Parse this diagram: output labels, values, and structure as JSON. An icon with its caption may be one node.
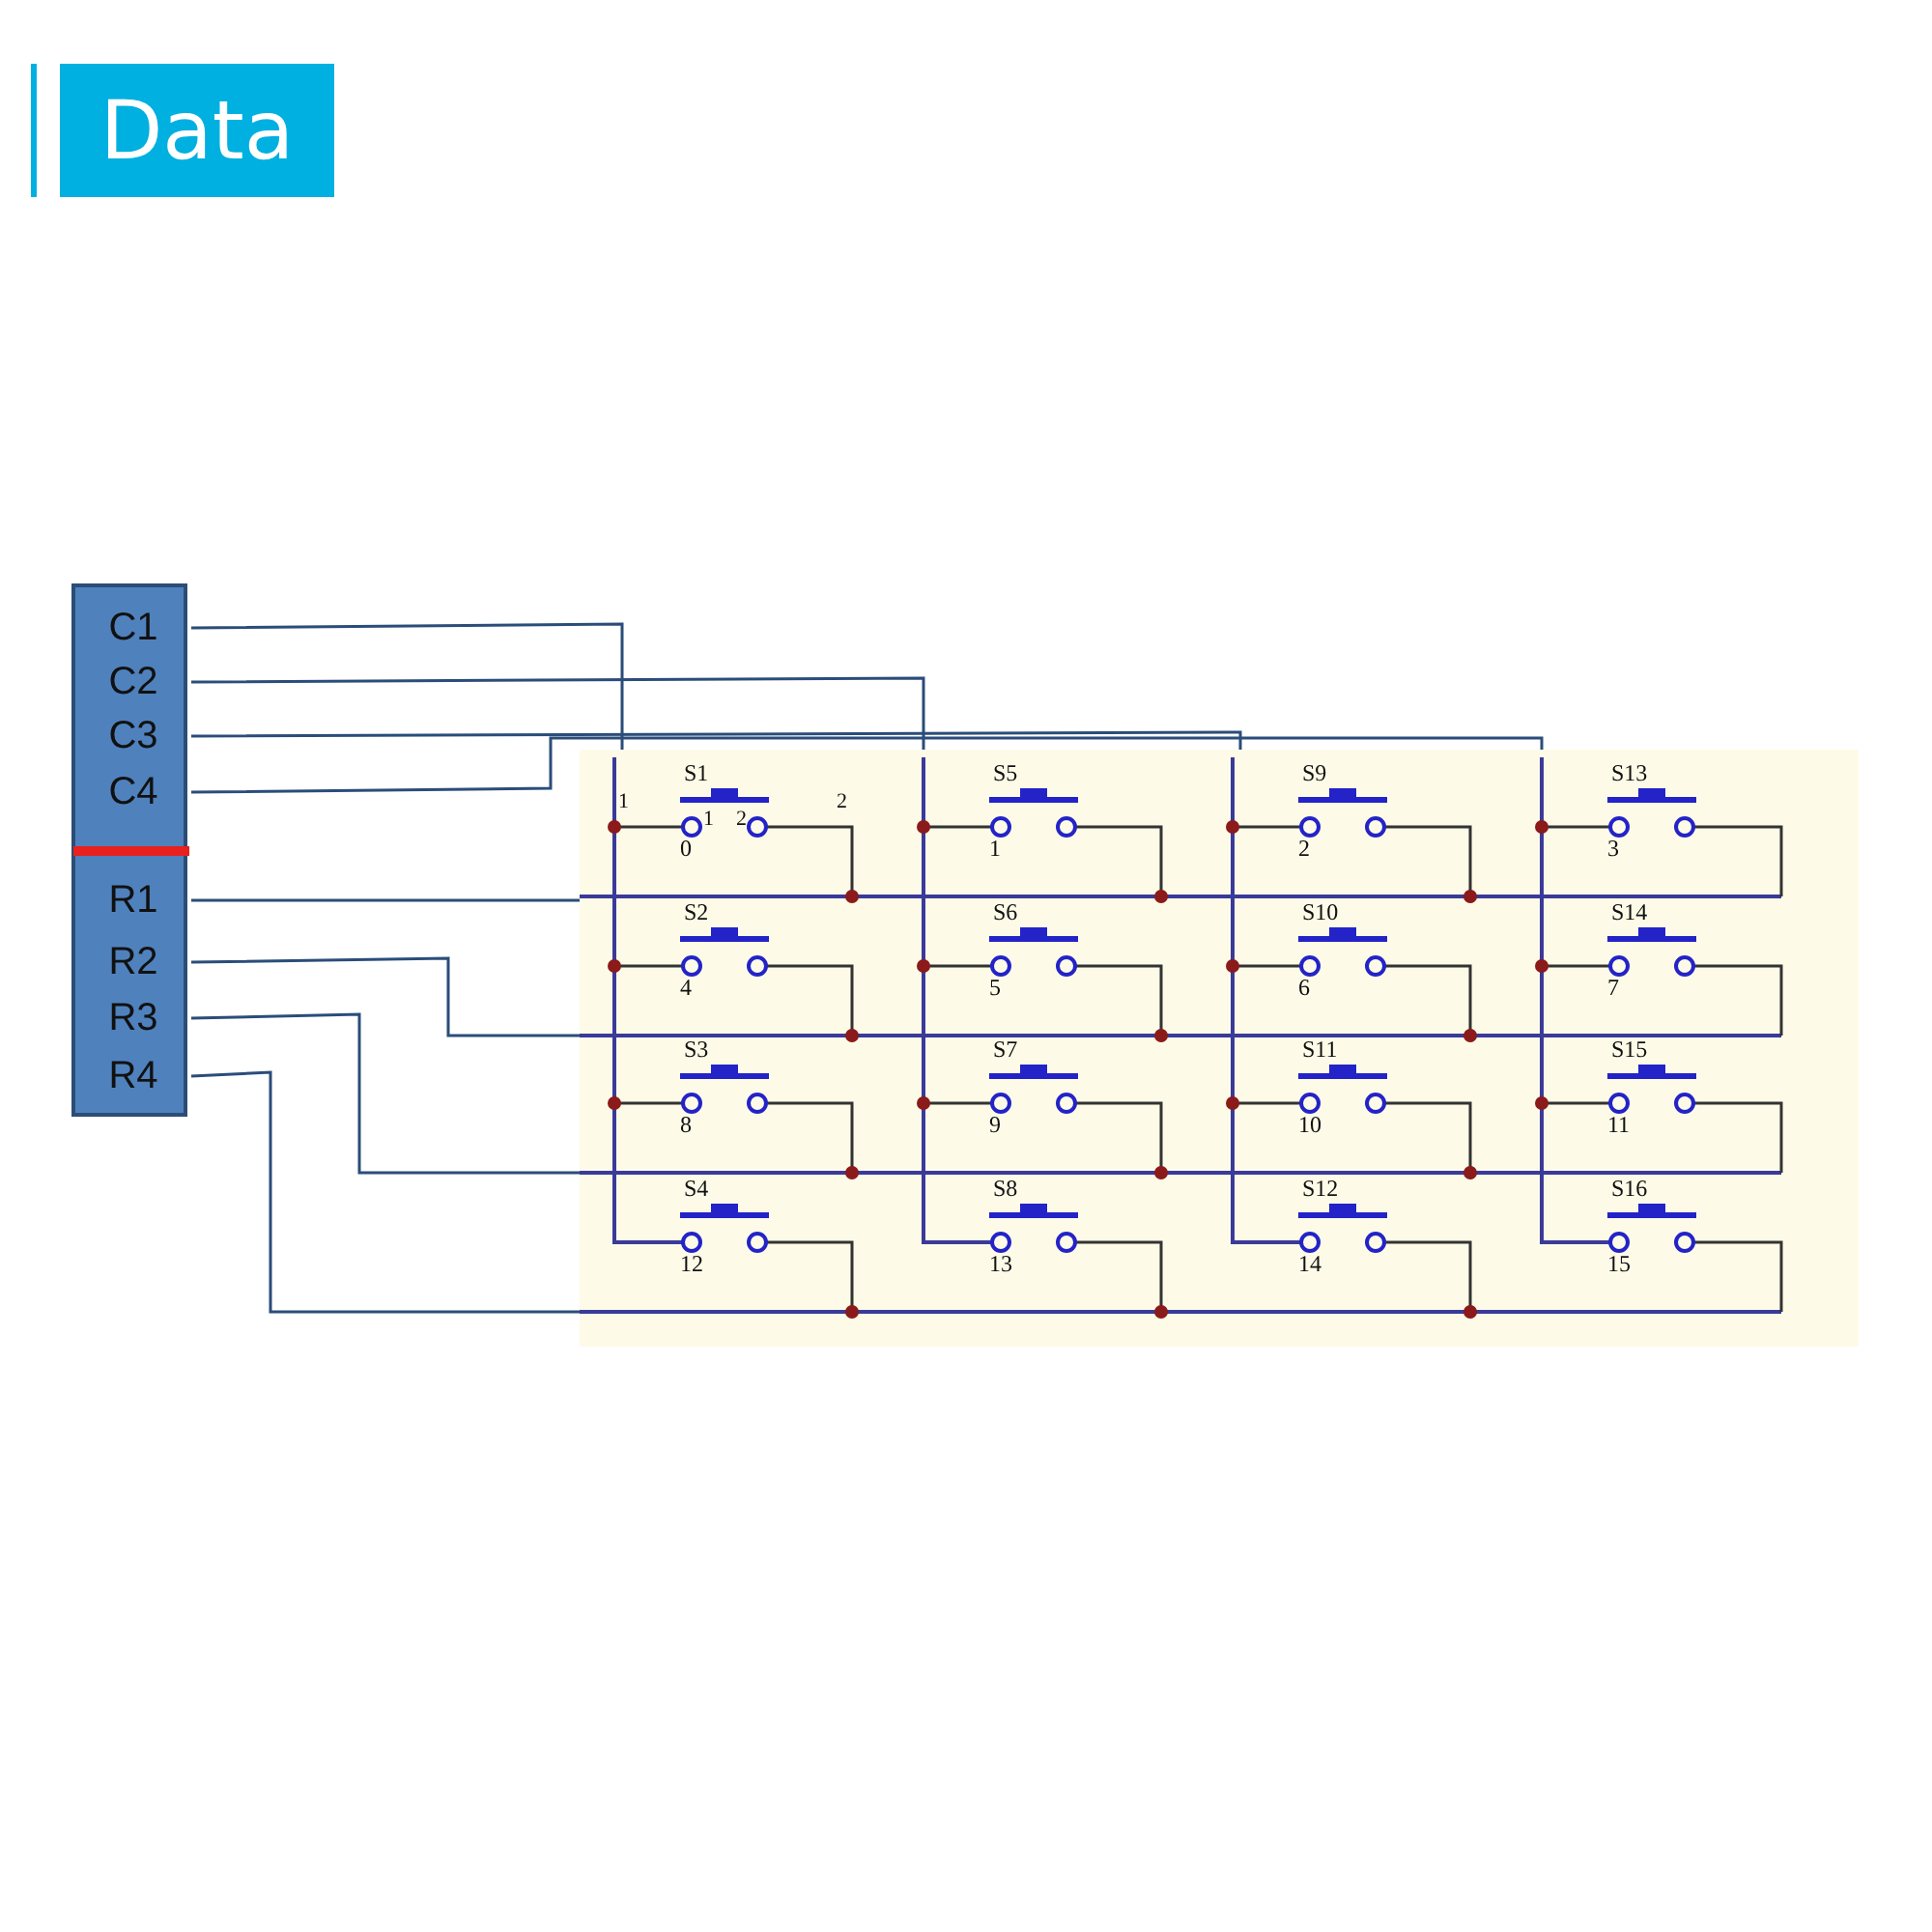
{
  "diagram": {
    "title": "Data",
    "nodes": [
      {
        "text": [],
        "shape": "box"
      },
      {
        "text": [
          "C1"
        ],
        "in": 0
      },
      {
        "text": [
          "C2"
        ],
        "in": 0
      },
      {
        "text": [
          "C3"
        ],
        "in": 0
      },
      {
        "text": [
          "C4"
        ],
        "in": 0
      },
      {
        "text": [
          "R1"
        ],
        "in": 0
      },
      {
        "text": [
          "R2"
        ],
        "in": 0
      },
      {
        "text": [
          "R3"
        ],
        "in": 0
      },
      {
        "text": [
          "R4"
        ],
        "in": 0
      },
      {
        "text": [],
        "shape": "box"
      },
      {
        "text": [
          "S1",
          "0"
        ],
        "in": 9
      },
      {
        "text": [
          "S5",
          "1"
        ],
        "in": 9
      },
      {
        "text": [
          "S9",
          "2"
        ],
        "in": 9
      },
      {
        "text": [
          "S13",
          "3"
        ],
        "in": 9
      },
      {
        "text": [
          "S2",
          "4"
        ],
        "in": 9
      },
      {
        "text": [
          "S6",
          "5"
        ],
        "in": 9
      },
      {
        "text": [
          "S10",
          "6"
        ],
        "in": 9
      },
      {
        "text": [
          "S14",
          "7"
        ],
        "in": 9
      },
      {
        "text": [
          "S3",
          "8"
        ],
        "in": 9
      },
      {
        "text": [
          "S7",
          "9"
        ],
        "in": 9
      },
      {
        "text": [
          "S11",
          "10"
        ],
        "in": 9
      },
      {
        "text": [
          "S15",
          "11"
        ],
        "in": 9
      },
      {
        "text": [
          "S4",
          "12"
        ],
        "in": 9
      },
      {
        "text": [
          "S8",
          "13"
        ],
        "in": 9
      },
      {
        "text": [
          "S12",
          "14"
        ],
        "in": 9
      },
      {
        "text": [
          "S16",
          "15"
        ],
        "in": 9
      }
    ],
    "edges": [
      {
        "from": 1,
        "to": 9,
        "arrow": "none"
      },
      {
        "from": 2,
        "to": 9,
        "arrow": "none"
      },
      {
        "from": 3,
        "to": 9,
        "arrow": "none"
      },
      {
        "from": 4,
        "to": 9,
        "arrow": "none"
      },
      {
        "from": 5,
        "to": 9,
        "arrow": "none"
      },
      {
        "from": 6,
        "to": 9,
        "arrow": "none"
      },
      {
        "from": 7,
        "to": 9,
        "arrow": "none"
      },
      {
        "from": 8,
        "to": 9,
        "arrow": "none"
      }
    ],
    "labels": [
      "1",
      "1",
      "2",
      "2"
    ]
  }
}
